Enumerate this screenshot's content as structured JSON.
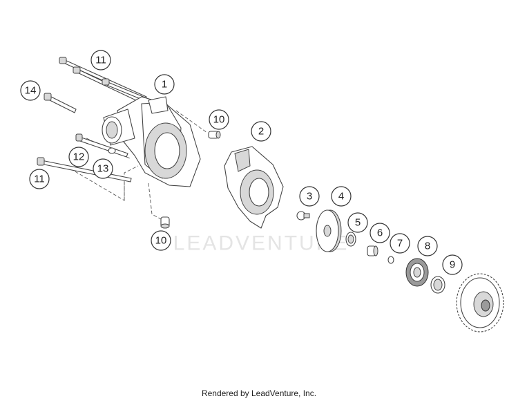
{
  "watermark": "LEADVENTURE",
  "footer": "Rendered by LeadVenture, Inc.",
  "callouts": [
    "1",
    "2",
    "3",
    "4",
    "5",
    "6",
    "7",
    "8",
    "9",
    "10",
    "10",
    "11",
    "11",
    "12",
    "13",
    "14"
  ]
}
